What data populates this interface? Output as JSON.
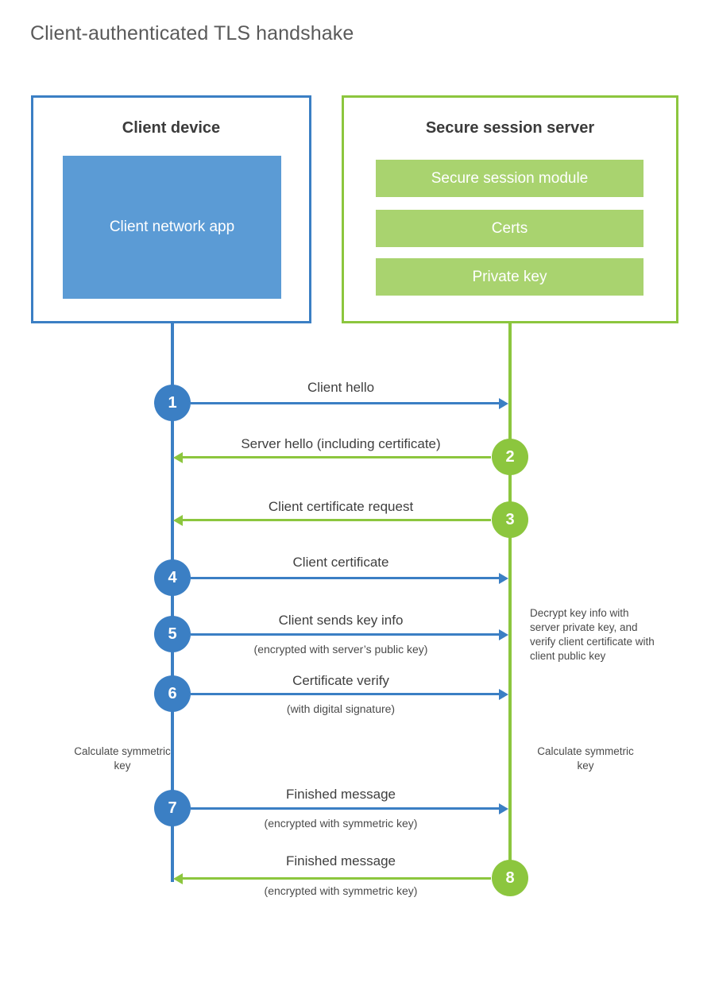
{
  "title": "Client-authenticated TLS handshake",
  "colors": {
    "client_blue": "#3b7fc4",
    "client_app_fill": "#5b9bd5",
    "server_green": "#8cc63e",
    "server_bar_fill": "#a9d36f",
    "text_dark": "#3b3b3b",
    "text_body": "#4a4a4a",
    "title_grey": "#5a5a5a",
    "background": "#ffffff"
  },
  "participants": {
    "client": {
      "title": "Client device",
      "app_label": "Client network app"
    },
    "server": {
      "title": "Secure session server",
      "modules": [
        "Secure session module",
        "Certs",
        "Private key"
      ]
    }
  },
  "steps": [
    {
      "number": "1",
      "side": "client",
      "direction": "client-to-server",
      "label": "Client hello",
      "sublabel": ""
    },
    {
      "number": "2",
      "side": "server",
      "direction": "server-to-client",
      "label": "Server hello (including certificate)",
      "sublabel": ""
    },
    {
      "number": "3",
      "side": "server",
      "direction": "server-to-client",
      "label": "Client certificate request",
      "sublabel": ""
    },
    {
      "number": "4",
      "side": "client",
      "direction": "client-to-server",
      "label": "Client certificate",
      "sublabel": ""
    },
    {
      "number": "5",
      "side": "client",
      "direction": "client-to-server",
      "label": "Client sends key info",
      "sublabel": "(encrypted with server’s public key)"
    },
    {
      "number": "6",
      "side": "client",
      "direction": "client-to-server",
      "label": "Certificate verify",
      "sublabel": "(with digital signature)"
    },
    {
      "number": "7",
      "side": "client",
      "direction": "client-to-server",
      "label": "Finished message",
      "sublabel": "(encrypted with symmetric key)"
    },
    {
      "number": "8",
      "side": "server",
      "direction": "server-to-client",
      "label": "Finished message",
      "sublabel": "(encrypted with symmetric key)"
    }
  ],
  "notes": {
    "server_decrypt": "Decrypt key info with server private key, and verify client certificate with client public key",
    "client_calculate": "Calculate symmetric key",
    "server_calculate": "Calculate symmetric key"
  }
}
